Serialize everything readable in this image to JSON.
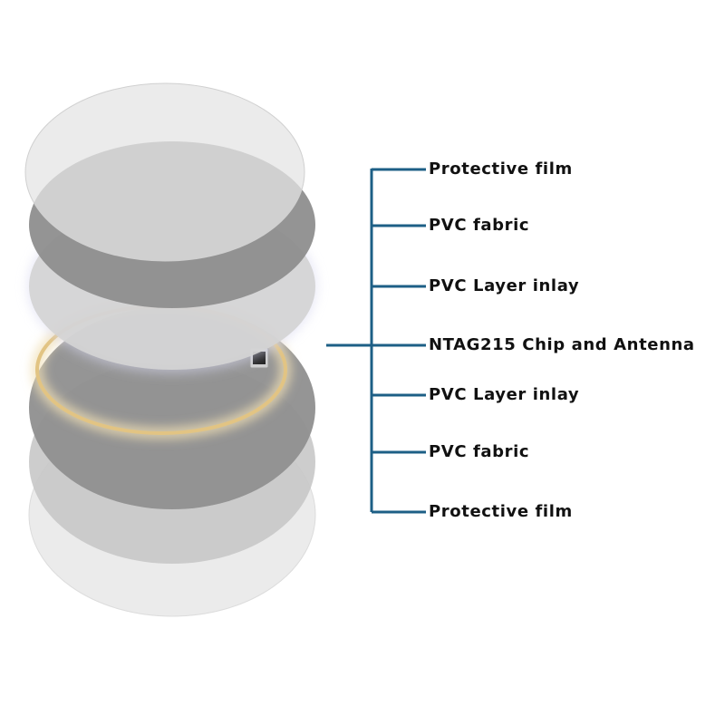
{
  "diagram": {
    "layers": [
      {
        "label": "Protective film"
      },
      {
        "label": "PVC fabric"
      },
      {
        "label": "PVC Layer inlay"
      },
      {
        "label": "NTAG215 Chip and Antenna"
      },
      {
        "label": "PVC Layer inlay"
      },
      {
        "label": "PVC fabric"
      },
      {
        "label": "Protective film"
      }
    ],
    "colors": {
      "connector": "#1d5f86",
      "antenna": "#e2c483",
      "chip": "#222222",
      "film_light": "#e6e6e6",
      "fabric_dark": "#8e8e8e",
      "inlay_mid": "#c9c9c9"
    }
  }
}
